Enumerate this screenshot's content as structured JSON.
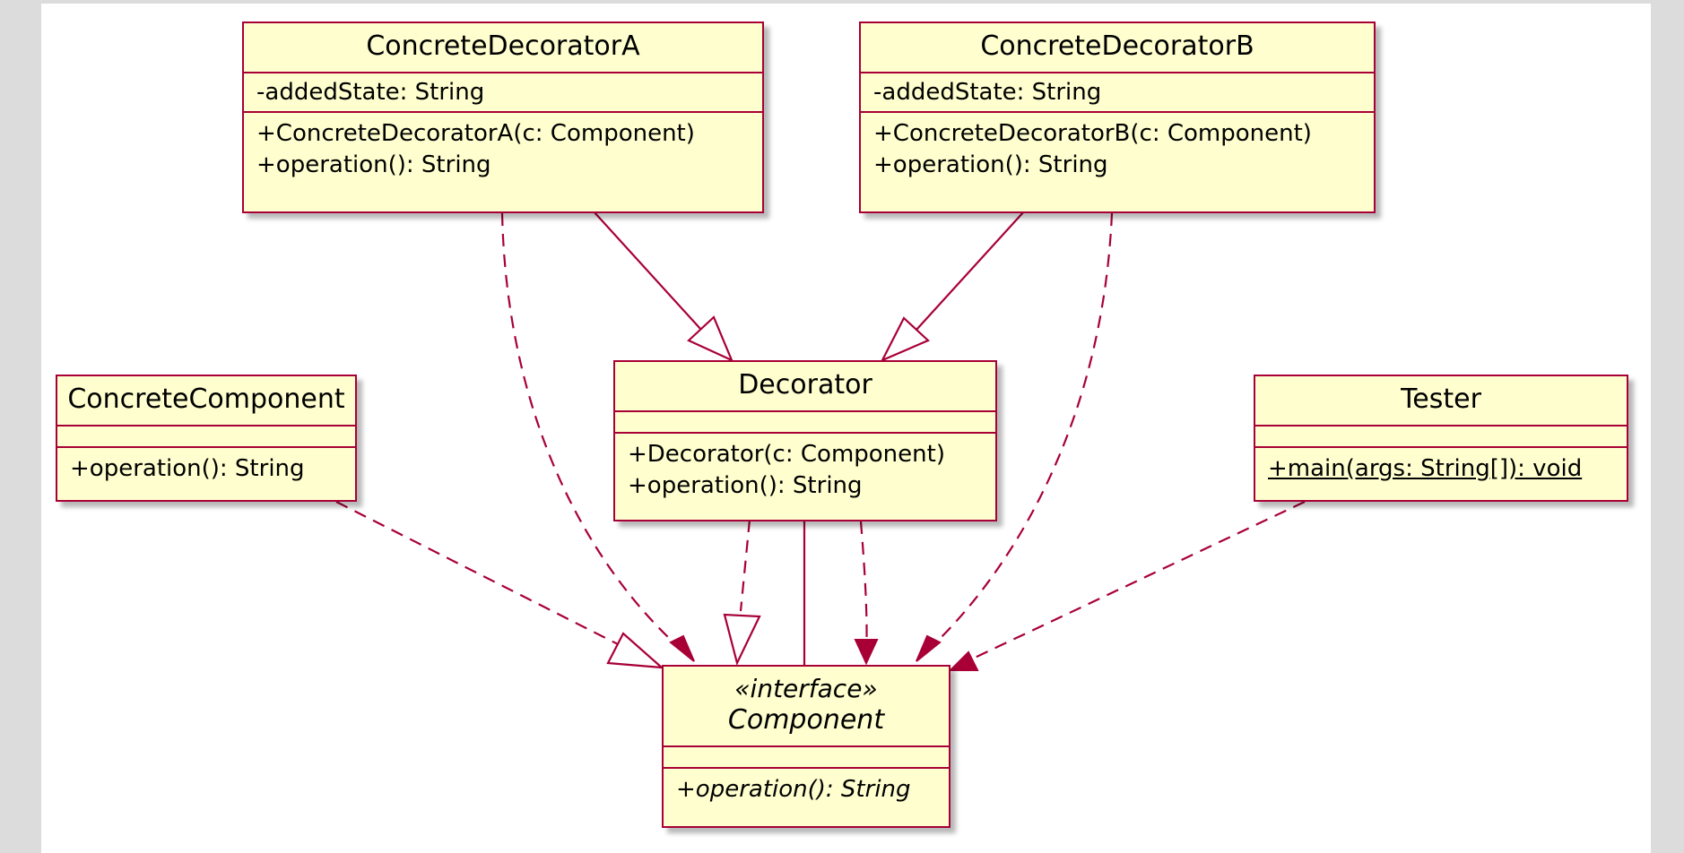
{
  "diagram": {
    "classes": {
      "cdA": {
        "name": "ConcreteDecoratorA",
        "attributes": [
          "-addedState: String"
        ],
        "operations": [
          "+ConcreteDecoratorA(c: Component)",
          "+operation(): String"
        ]
      },
      "cdB": {
        "name": "ConcreteDecoratorB",
        "attributes": [
          "-addedState: String"
        ],
        "operations": [
          "+ConcreteDecoratorB(c: Component)",
          "+operation(): String"
        ]
      },
      "cc": {
        "name": "ConcreteComponent",
        "attributes": [],
        "operations": [
          "+operation(): String"
        ]
      },
      "dec": {
        "name": "Decorator",
        "attributes": [],
        "operations": [
          "+Decorator(c: Component)",
          "+operation(): String"
        ]
      },
      "tester": {
        "name": "Tester",
        "attributes": [],
        "operations": [
          "+main(args: String[]): void"
        ]
      },
      "comp": {
        "stereotype": "«interface»",
        "name": "Component",
        "attributes": [],
        "operations": [
          "+operation(): String"
        ]
      }
    },
    "relations": [
      {
        "from": "cdA",
        "to": "dec",
        "kind": "generalization"
      },
      {
        "from": "cdB",
        "to": "dec",
        "kind": "generalization"
      },
      {
        "from": "cdA",
        "to": "comp",
        "kind": "dependency"
      },
      {
        "from": "cdB",
        "to": "comp",
        "kind": "dependency"
      },
      {
        "from": "cc",
        "to": "comp",
        "kind": "realization"
      },
      {
        "from": "dec",
        "to": "comp",
        "kind": "realization"
      },
      {
        "from": "dec",
        "to": "comp",
        "kind": "association"
      },
      {
        "from": "dec",
        "to": "comp",
        "kind": "dependency"
      },
      {
        "from": "tester",
        "to": "comp",
        "kind": "dependency"
      }
    ],
    "colors": {
      "line": "#a80036",
      "fill": "#fefece",
      "background": "#ffffff",
      "frame": "#dcdcdc"
    }
  }
}
